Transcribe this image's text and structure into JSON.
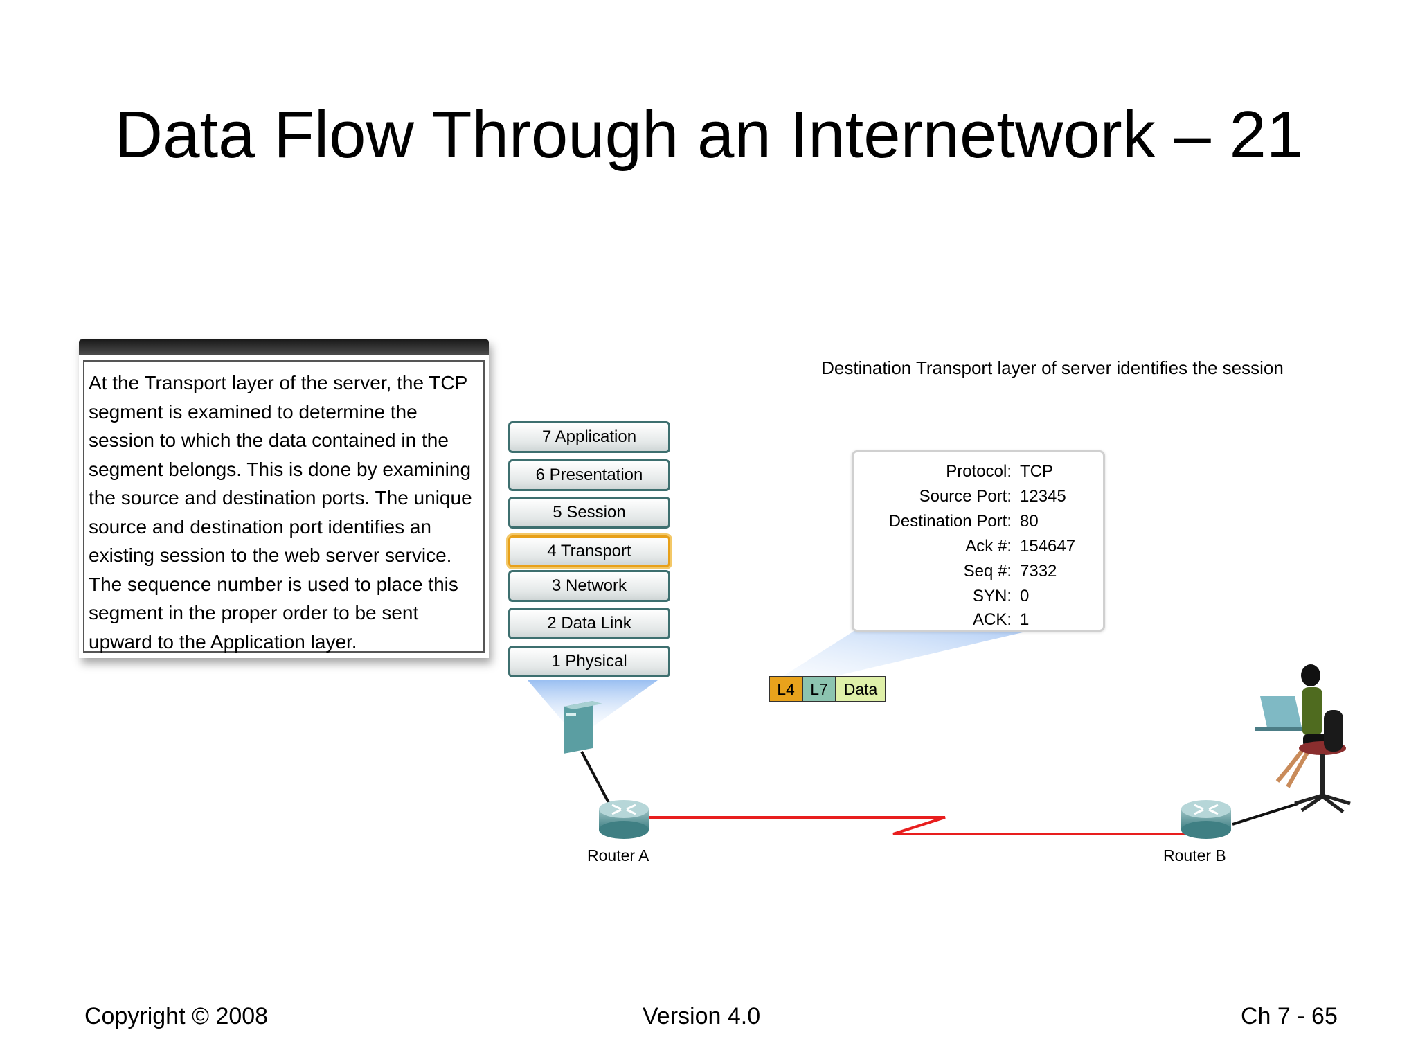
{
  "title": "Data Flow Through an Internetwork – 21",
  "explanation": "At the Transport layer of the server, the TCP\nsegment is examined to determine the\nsession to which the data contained in the\nsegment belongs. This is done by examining\nthe source and destination ports. The unique\nsource and destination port identifies an\nexisting session to the web server service.\nThe sequence number is used to place this\nsegment in the proper order to be sent\nupward to the Application layer.",
  "osi_layers": [
    {
      "label": "7 Application",
      "active": false
    },
    {
      "label": "6 Presentation",
      "active": false
    },
    {
      "label": "5 Session",
      "active": false
    },
    {
      "label": "4 Transport",
      "active": true
    },
    {
      "label": "3 Network",
      "active": false
    },
    {
      "label": "2 Data Link",
      "active": false
    },
    {
      "label": "1 Physical",
      "active": false
    }
  ],
  "destination_caption": "Destination Transport layer of server identifies the session",
  "segment_header": [
    {
      "label": "Protocol:",
      "value": "TCP"
    },
    {
      "label": "Source Port:",
      "value": "12345"
    },
    {
      "label": "Destination Port:",
      "value": "80"
    },
    {
      "label": "Ack #:",
      "value": "154647"
    },
    {
      "label": "Seq #:",
      "value": "7332"
    },
    {
      "label": "SYN:",
      "value": "0"
    },
    {
      "label": "ACK:",
      "value": "1"
    }
  ],
  "pdu": [
    {
      "label": "L4",
      "color": "#e8a21c"
    },
    {
      "label": "L7",
      "color": "#8cc4b0"
    },
    {
      "label": "Data",
      "color": "#dff0a8"
    }
  ],
  "routers": {
    "a": "Router A",
    "b": "Router B"
  },
  "colors": {
    "wan_link": "#e81e1e",
    "active_layer": "#e7a019",
    "layer_border": "#3d6f6f"
  },
  "footer": {
    "left": "Copyright © 2008",
    "center": "Version 4.0",
    "right": "Ch 7 - 65"
  }
}
